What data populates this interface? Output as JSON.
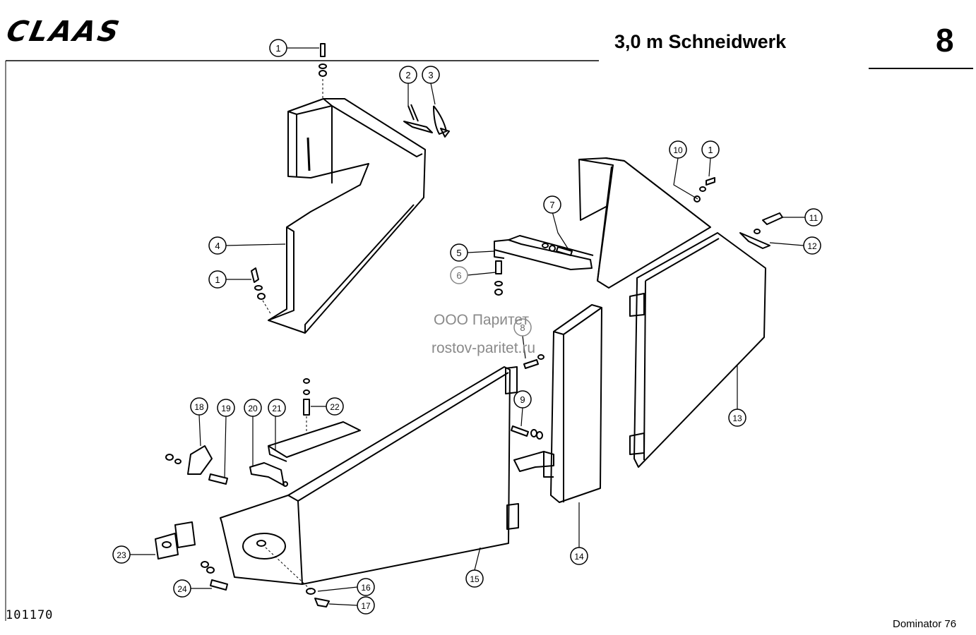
{
  "header": {
    "logo_text": "CLAAS",
    "title": "3,0 m Schneidwerk",
    "page_number": "8"
  },
  "footer": {
    "doc_number": "101170",
    "model": "Dominator 76"
  },
  "watermark": {
    "line1": "ООО Паритет",
    "line2": "rostov-paritet.ru"
  },
  "callouts": [
    {
      "id": "1a",
      "label": "1"
    },
    {
      "id": "2",
      "label": "2"
    },
    {
      "id": "3",
      "label": "3"
    },
    {
      "id": "4",
      "label": "4"
    },
    {
      "id": "1b",
      "label": "1"
    },
    {
      "id": "10",
      "label": "10"
    },
    {
      "id": "1c",
      "label": "1"
    },
    {
      "id": "7",
      "label": "7"
    },
    {
      "id": "11",
      "label": "11"
    },
    {
      "id": "5",
      "label": "5"
    },
    {
      "id": "12",
      "label": "12"
    },
    {
      "id": "6",
      "label": "6"
    },
    {
      "id": "8",
      "label": "8"
    },
    {
      "id": "9",
      "label": "9"
    },
    {
      "id": "13",
      "label": "13"
    },
    {
      "id": "18",
      "label": "18"
    },
    {
      "id": "19",
      "label": "19"
    },
    {
      "id": "20",
      "label": "20"
    },
    {
      "id": "21",
      "label": "21"
    },
    {
      "id": "22",
      "label": "22"
    },
    {
      "id": "23",
      "label": "23"
    },
    {
      "id": "14",
      "label": "14"
    },
    {
      "id": "15",
      "label": "15"
    },
    {
      "id": "16",
      "label": "16"
    },
    {
      "id": "24",
      "label": "24"
    },
    {
      "id": "17",
      "label": "17"
    }
  ]
}
